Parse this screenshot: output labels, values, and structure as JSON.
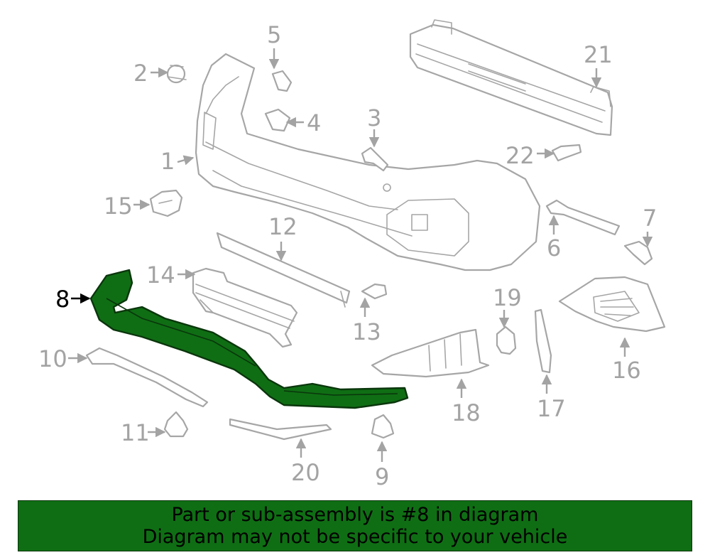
{
  "callouts": [
    {
      "num": "1"
    },
    {
      "num": "2"
    },
    {
      "num": "3"
    },
    {
      "num": "4"
    },
    {
      "num": "5"
    },
    {
      "num": "6"
    },
    {
      "num": "7"
    },
    {
      "num": "8"
    },
    {
      "num": "9"
    },
    {
      "num": "10"
    },
    {
      "num": "11"
    },
    {
      "num": "12"
    },
    {
      "num": "13"
    },
    {
      "num": "14"
    },
    {
      "num": "15"
    },
    {
      "num": "16"
    },
    {
      "num": "17"
    },
    {
      "num": "18"
    },
    {
      "num": "19"
    },
    {
      "num": "20"
    },
    {
      "num": "21"
    },
    {
      "num": "22"
    }
  ],
  "highlight": {
    "part_number": "8",
    "color": "#0f6e14"
  },
  "banner": {
    "line1": "Part or sub-assembly is #8 in diagram",
    "line2": "Diagram may not be specific to your vehicle",
    "color": "#0f6e14"
  }
}
